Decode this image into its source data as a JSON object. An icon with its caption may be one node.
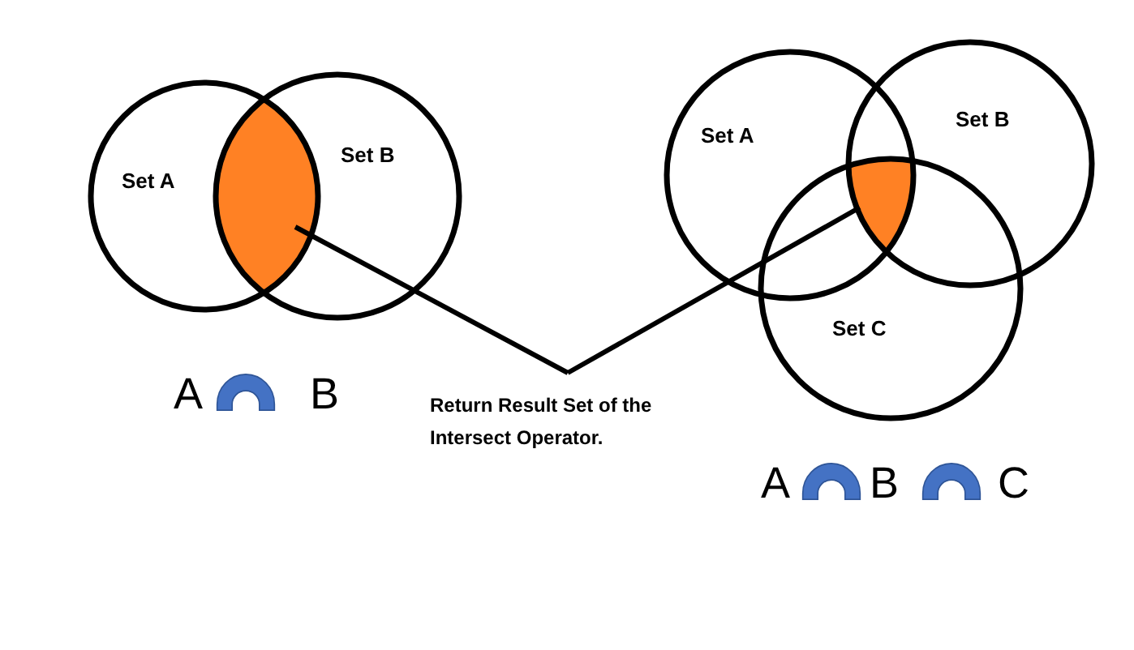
{
  "diagram": {
    "nodes": [
      {
        "text": [
          "Set A"
        ]
      },
      {
        "text": [
          "Set B"
        ]
      },
      {
        "text": [],
        "shape": "lens"
      },
      {
        "text": [
          "Set A"
        ]
      },
      {
        "text": [
          "Set B"
        ]
      },
      {
        "text": [
          "Set C"
        ]
      },
      {
        "text": [],
        "shape": "triangle"
      },
      {
        "text": [
          "Return Result Set of the Intersect Operator."
        ]
      }
    ],
    "edges": [
      {
        "from": 7,
        "to": 2,
        "arrow": "none"
      },
      {
        "from": 7,
        "to": 6,
        "arrow": "none"
      }
    ],
    "labels": [
      "A",
      "B",
      "A",
      "B",
      "C"
    ]
  }
}
